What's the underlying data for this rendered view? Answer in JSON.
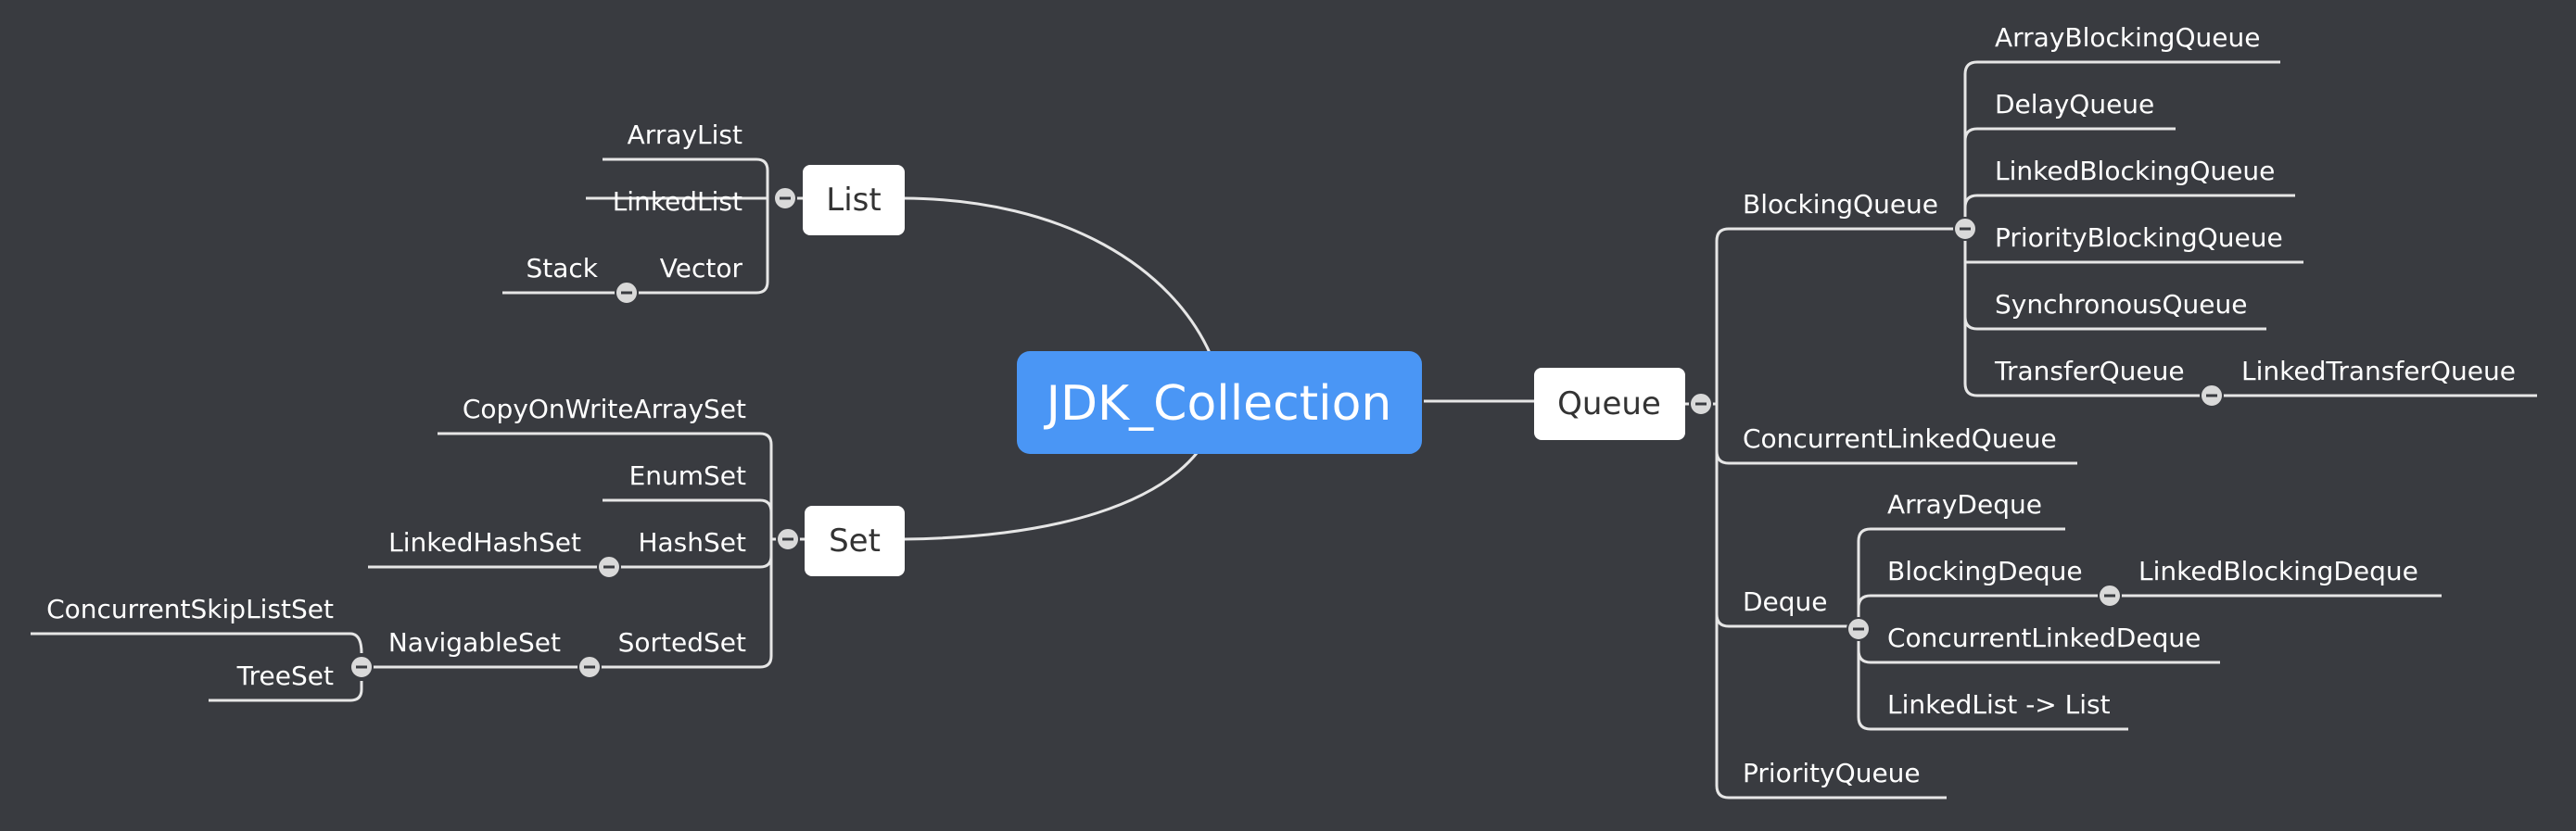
{
  "root": {
    "label": "JDK_Collection",
    "color": "#4a96f5"
  },
  "colors": {
    "background": "#393b40",
    "branch_box": "#ffffff",
    "line": "#e6e6e6"
  },
  "branches": {
    "list": {
      "label": "List",
      "children": [
        "ArrayList",
        "LinkedList",
        "Vector",
        "Stack"
      ]
    },
    "set": {
      "label": "Set",
      "children": [
        "CopyOnWriteArraySet",
        "EnumSet",
        "HashSet",
        "LinkedHashSet",
        "SortedSet",
        "NavigableSet",
        "ConcurrentSkipListSet",
        "TreeSet"
      ]
    },
    "queue": {
      "label": "Queue",
      "children": [
        "BlockingQueue",
        "ArrayBlockingQueue",
        "DelayQueue",
        "LinkedBlockingQueue",
        "PriorityBlockingQueue",
        "SynchronousQueue",
        "TransferQueue",
        "LinkedTransferQueue",
        "ConcurrentLinkedQueue",
        "Deque",
        "ArrayDeque",
        "BlockingDeque",
        "LinkedBlockingDeque",
        "ConcurrentLinkedDeque",
        "LinkedList -> List",
        "PriorityQueue"
      ]
    }
  },
  "icons": {
    "collapse": "minus-circle-icon"
  }
}
